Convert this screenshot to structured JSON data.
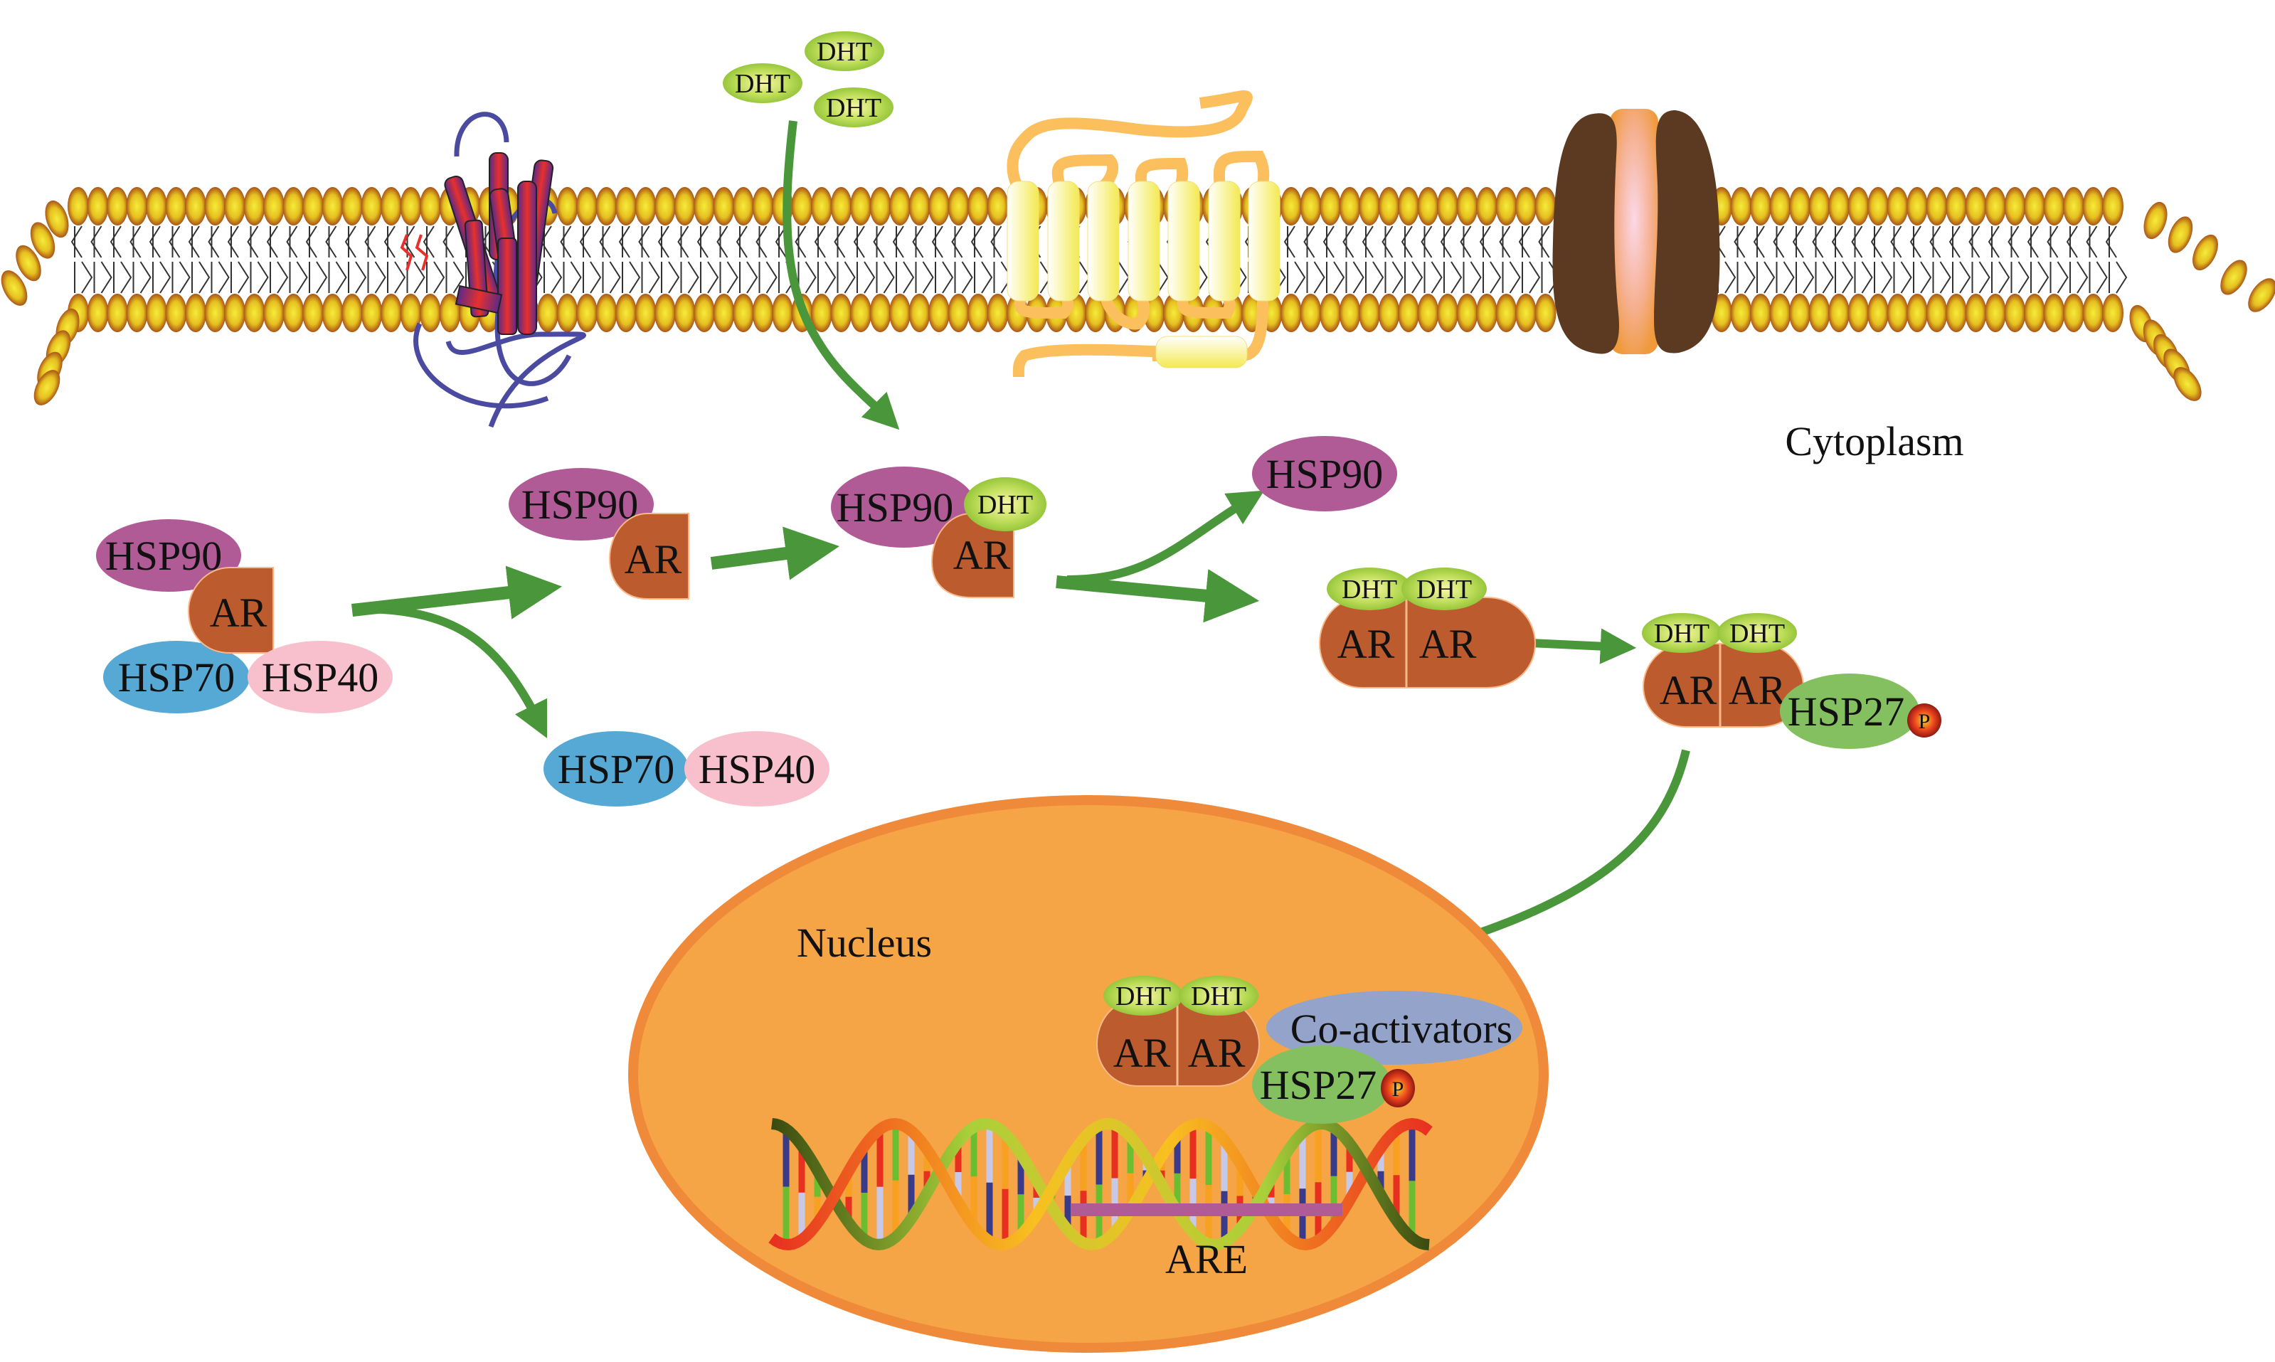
{
  "title": "Androgen receptor activation pathway with heat shock proteins",
  "colors": {
    "hsp90": "#b05a96",
    "ar": "#bb5b2e",
    "hsp70": "#57a9d5",
    "hsp40": "#f8c0cc",
    "hsp27": "#84c060",
    "dht": "#9acd3a",
    "coactivators": "#94a3c9",
    "arrow": "#4a963a",
    "nucleus_fill": "#f5a546",
    "nucleus_border": "#ef8a3a",
    "are_bar": "#b05a96",
    "membrane_head": "#e8c820",
    "channel_dark": "#5c3a22",
    "channel_core": "#f4a040",
    "gpcr": "#f7ee70",
    "gpcr_loop": "#fbbf5e",
    "receptor_helix": "#c8284a",
    "receptor_loop": "#4a4aa0"
  },
  "labels": {
    "cytoplasm": "Cytoplasm",
    "nucleus": "Nucleus",
    "are": "ARE",
    "dht": "DHT",
    "ar": "AR",
    "hsp90": "HSP90",
    "hsp70": "HSP70",
    "hsp40": "HSP40",
    "hsp27": "HSP27",
    "phospho": "P",
    "coactivators": "Co-activators"
  },
  "free_dht": [
    "DHT",
    "DHT",
    "DHT"
  ],
  "complexes": {
    "initial": {
      "hsp90": "HSP90",
      "ar": "AR",
      "hsp70": "HSP70",
      "hsp40": "HSP40"
    },
    "released_chaperones": {
      "hsp70": "HSP70",
      "hsp40": "HSP40"
    },
    "hsp90_ar": {
      "hsp90": "HSP90",
      "ar": "AR"
    },
    "hsp90_ar_dht": {
      "hsp90": "HSP90",
      "dht": "DHT",
      "ar": "AR"
    },
    "released_hsp90": {
      "hsp90": "HSP90"
    },
    "ar_dimer": {
      "dht_left": "DHT",
      "dht_right": "DHT",
      "ar_left": "AR",
      "ar_right": "AR"
    },
    "ar_dimer_hsp27": {
      "dht_left": "DHT",
      "dht_right": "DHT",
      "ar_left": "AR",
      "ar_right": "AR",
      "hsp27": "HSP27",
      "phospho": "P"
    },
    "nuclear_complex": {
      "dht_left": "DHT",
      "dht_right": "DHT",
      "ar_left": "AR",
      "ar_right": "AR",
      "coactivators": "Co-activators",
      "hsp27": "HSP27",
      "phospho": "P"
    }
  }
}
